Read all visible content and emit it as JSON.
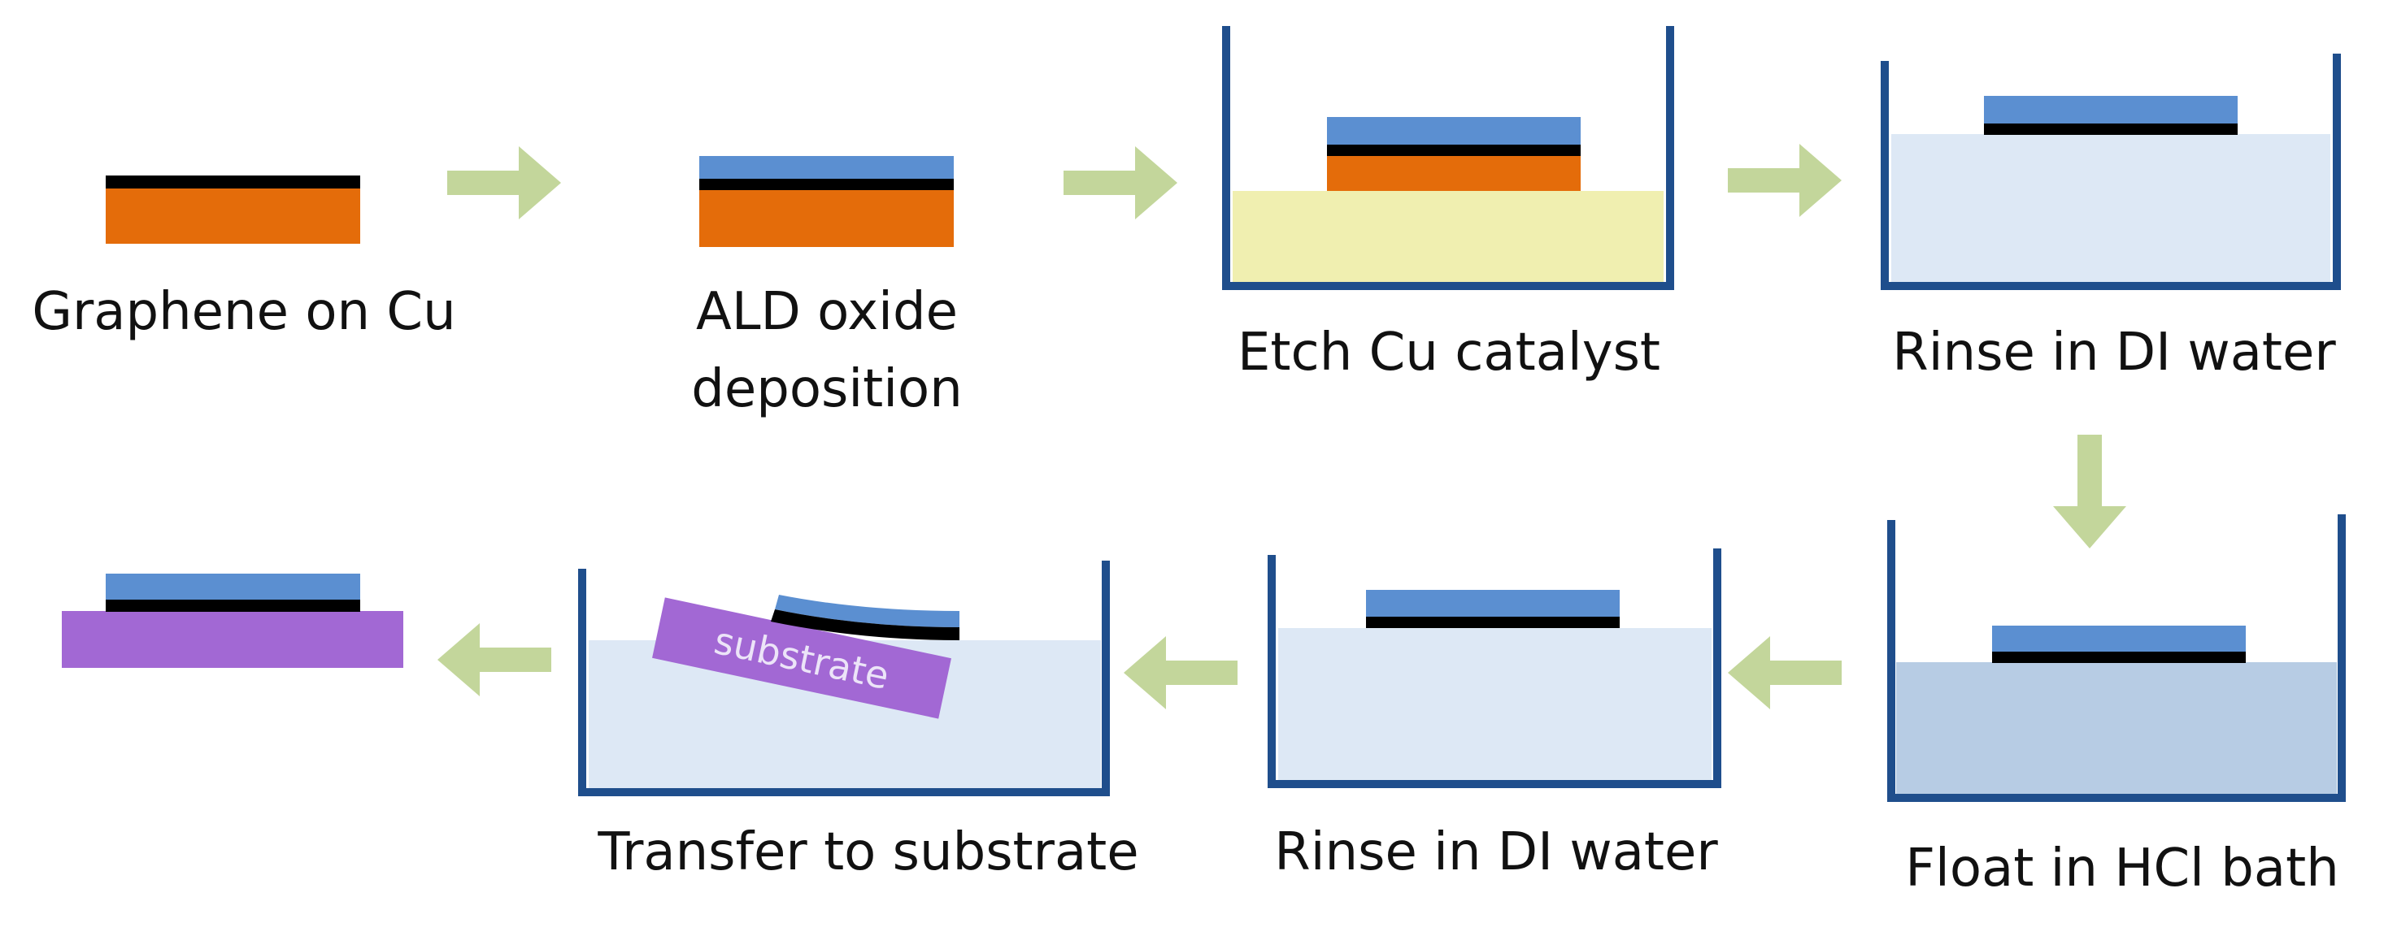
{
  "colors": {
    "copper": "#e46c0a",
    "graphene": "#000000",
    "oxide": "#5b8fd1",
    "tank_wall": "#1f4e8c",
    "etchant": "#f0efb0",
    "di_water": "#dde8f5",
    "hcl": "#b7cce4",
    "arrow": "#c3d69b",
    "substrate": "#a268d4"
  },
  "steps": [
    {
      "id": "graphene-on-cu",
      "label_lines": [
        "Graphene on Cu"
      ]
    },
    {
      "id": "ald-oxide",
      "label_lines": [
        "ALD oxide",
        "deposition"
      ]
    },
    {
      "id": "etch-cu",
      "label_lines": [
        "Etch Cu catalyst"
      ]
    },
    {
      "id": "rinse-1",
      "label_lines": [
        "Rinse in DI water"
      ]
    },
    {
      "id": "float-hcl",
      "label_lines": [
        "Float in HCl bath"
      ]
    },
    {
      "id": "rinse-2",
      "label_lines": [
        "Rinse in DI water"
      ]
    },
    {
      "id": "transfer",
      "label_lines": [
        "Transfer to substrate"
      ]
    },
    {
      "id": "final",
      "label_lines": []
    }
  ],
  "substrate_text": "substrate"
}
